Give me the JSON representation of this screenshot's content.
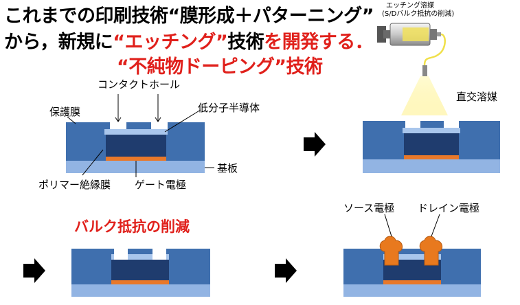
{
  "title": {
    "line1": "これまでの印刷技術“膜形成＋パターニング”",
    "line2_prefix": "から，新規に",
    "line2_highlight": "“エッチング”",
    "line2_mid": "技術",
    "line2_suffix": "を開発する．",
    "line3_highlight": "“不純物ドーピング”",
    "line3_suffix": "技術"
  },
  "labels": {
    "etching_solvent_label": "エッチング溶媒",
    "etching_solvent_sub": "(S/Dバルク抵抗の削減)",
    "contact_hole": "コンタクトホール",
    "protective_film": "保護膜",
    "organic_semiconductor": "低分子半導体",
    "substrate": "基板",
    "polymer_insulator": "ポリマー絶縁膜",
    "gate_electrode": "ゲート電極",
    "orthogonal_solvent": "直交溶媒",
    "bulk_resistance_reduction": "バルク抵抗の削減",
    "source_electrode": "ソース電極",
    "drain_electrode": "ドレイン電極"
  },
  "colors": {
    "highlight_red": "#e0201b",
    "substrate": "#92b4e3",
    "protective": "#3f6fae",
    "semiconductor_top": "#7fa9dd",
    "dielectric": "#1f3c6e",
    "gate": "#e8782a",
    "electrode": "#e8791e",
    "spray": "#fff3a0",
    "arrow": "#000000"
  }
}
